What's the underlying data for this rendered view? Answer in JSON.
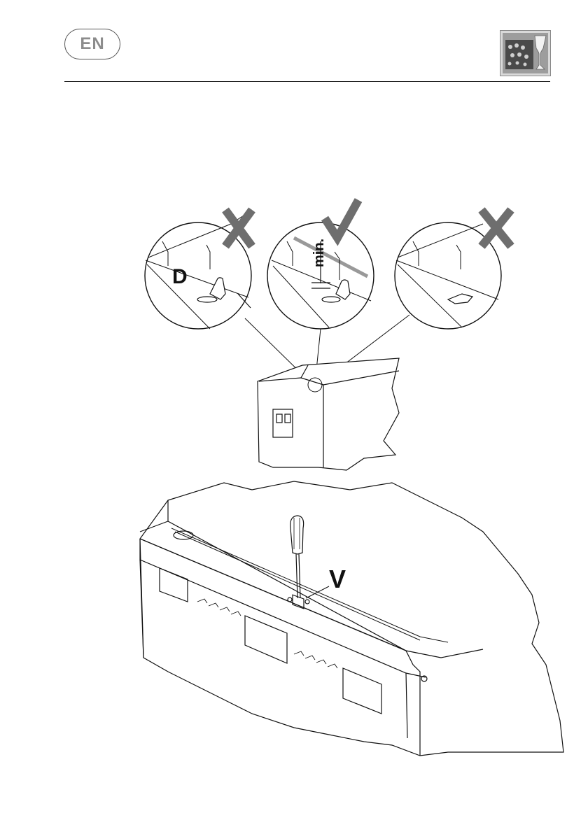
{
  "header": {
    "language": "EN",
    "section_icon": "dishwasher-glass-icon"
  },
  "figure_top": {
    "check_mark": "check-mark-icon",
    "cross_mark": "cross-mark-icon",
    "label_d": "D",
    "label_min": "min."
  },
  "figure_bottom": {
    "label_v": "V"
  }
}
